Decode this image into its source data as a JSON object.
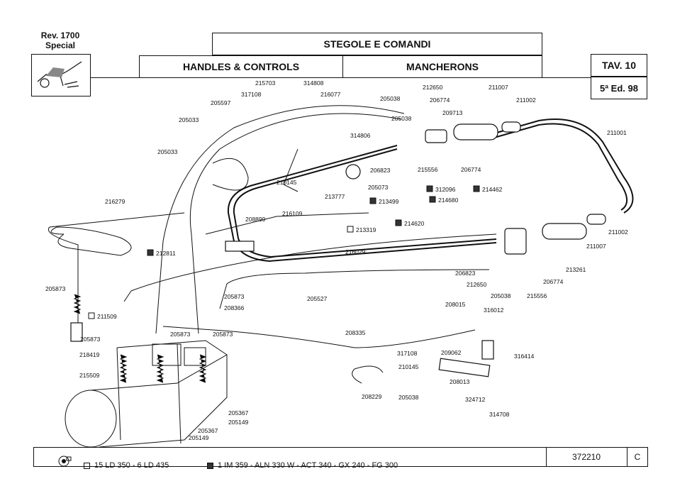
{
  "header": {
    "rev_line1": "Rev. 1700",
    "rev_line2": "Special",
    "title_it": "STEGOLE E COMANDI",
    "title_en": "HANDLES & CONTROLS",
    "title_fr": "MANCHERONS",
    "table": "TAV. 10",
    "edition": "5ª Ed. 98"
  },
  "parts": [
    {
      "label": "215703"
    },
    {
      "label": "314808"
    },
    {
      "label": "317108"
    },
    {
      "label": "216077"
    },
    {
      "label": "205597"
    },
    {
      "label": "205033"
    },
    {
      "label": "205033"
    },
    {
      "label": "205038"
    },
    {
      "label": "205038"
    },
    {
      "label": "212650"
    },
    {
      "label": "206774"
    },
    {
      "label": "209713"
    },
    {
      "label": "211007"
    },
    {
      "label": "211002"
    },
    {
      "label": "211001"
    },
    {
      "label": "314806"
    },
    {
      "label": "206823"
    },
    {
      "label": "215556"
    },
    {
      "label": "206774"
    },
    {
      "label": "205073"
    },
    {
      "label": "213777"
    },
    {
      "label": "210145"
    },
    {
      "label": "216109"
    },
    {
      "label": "208899"
    },
    {
      "label": "216279"
    },
    {
      "label": "312096"
    },
    {
      "label": "214462"
    },
    {
      "label": "214680"
    },
    {
      "label": "213499"
    },
    {
      "label": "214620"
    },
    {
      "label": "213319"
    },
    {
      "label": "211002"
    },
    {
      "label": "211007"
    },
    {
      "label": "212811"
    },
    {
      "label": "216029"
    },
    {
      "label": "213261"
    },
    {
      "label": "206823"
    },
    {
      "label": "212650"
    },
    {
      "label": "206774"
    },
    {
      "label": "205038"
    },
    {
      "label": "215556"
    },
    {
      "label": "205873"
    },
    {
      "label": "205527"
    },
    {
      "label": "205873"
    },
    {
      "label": "208366"
    },
    {
      "label": "211509"
    },
    {
      "label": "208015"
    },
    {
      "label": "316012"
    },
    {
      "label": "205873"
    },
    {
      "label": "205873"
    },
    {
      "label": "205873"
    },
    {
      "label": "208335"
    },
    {
      "label": "218419"
    },
    {
      "label": "317108"
    },
    {
      "label": "209062"
    },
    {
      "label": "316414"
    },
    {
      "label": "210145"
    },
    {
      "label": "215509"
    },
    {
      "label": "208013"
    },
    {
      "label": "205038"
    },
    {
      "label": "208229"
    },
    {
      "label": "324712"
    },
    {
      "label": "205367"
    },
    {
      "label": "314708"
    },
    {
      "label": "205149"
    },
    {
      "label": "205367"
    },
    {
      "label": "205149"
    }
  ],
  "footer": {
    "engine_a": "15 LD 350 - 6 LD 435",
    "engine_b": "1 IM 359 - ALN 330 W - ACT 340 - GX 240 - FG 300",
    "code": "372210",
    "letter": "C"
  }
}
